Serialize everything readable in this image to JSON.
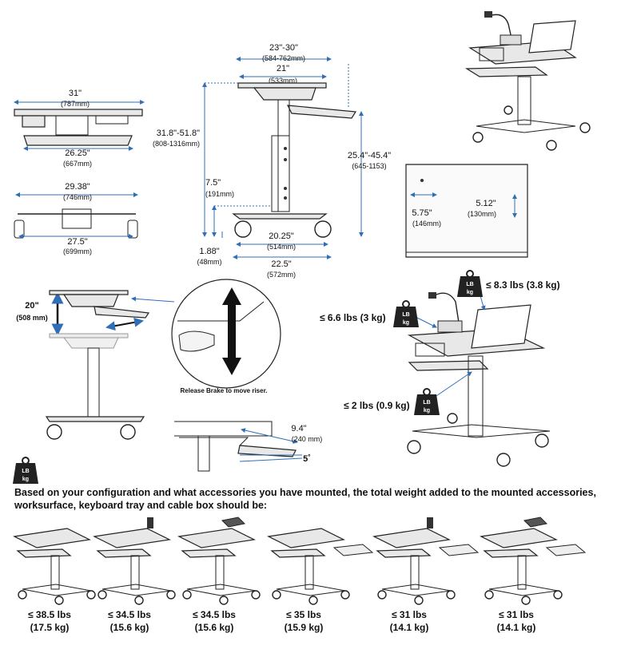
{
  "dimensions": {
    "top_width": {
      "in": "31\"",
      "mm": "(787mm)"
    },
    "base_front_width": {
      "in": "26.25\"",
      "mm": "(667mm)"
    },
    "base_depth": {
      "in": "29.38\"",
      "mm": "(746mm)"
    },
    "base_wheel_span": {
      "in": "27.5\"",
      "mm": "(699mm)"
    },
    "worksurface_width": {
      "in": "23\"-30\"",
      "mm": "(584-762mm)"
    },
    "worksurface_depth": {
      "in": "21\"",
      "mm": "(533mm)"
    },
    "height_range": {
      "in": "31.8\"-51.8\"",
      "mm": "(808-1316mm)"
    },
    "keyboard_height_range": {
      "in": "25.4\"-45.4\"",
      "mm": "(645-1153)"
    },
    "riser_offset": {
      "in": "7.5\"",
      "mm": "(191mm)"
    },
    "base_clearance": {
      "in": "1.88\"",
      "mm": "(48mm)"
    },
    "wheel_base_inner": {
      "in": "20.25\"",
      "mm": "(514mm)"
    },
    "wheel_base_outer": {
      "in": "22.5\"",
      "mm": "(572mm)"
    },
    "hole_h": {
      "in": "5.75\"",
      "mm": "(146mm)"
    },
    "hole_v": {
      "in": "5.12\"",
      "mm": "(130mm)"
    },
    "travel": {
      "in": "20\"",
      "mm": "(508 mm)"
    },
    "tray_extension": {
      "in": "9.4\"",
      "mm": "(240 mm)"
    },
    "tray_tilt": "5˚"
  },
  "brake_caption": "Release Brake to move riser.",
  "weight_icon": {
    "top": "LB",
    "bottom": "kg"
  },
  "capacities": {
    "monitor": "≤ 8.3 lbs (3.8 kg)",
    "worksurface": "≤ 6.6 lbs (3 kg)",
    "keyboard": "≤ 2 lbs (0.9 kg)"
  },
  "note": "Based on your configuration and what accessories you have mounted, the total weight added to the mounted accessories, worksurface, keyboard tray and cable box should be:",
  "configurations": [
    {
      "lbs": "≤ 38.5 lbs",
      "kg": "(17.5 kg)",
      "accessory": "none",
      "side_tray": false
    },
    {
      "lbs": "≤ 34.5 lbs",
      "kg": "(15.6 kg)",
      "accessory": "scanner",
      "side_tray": false
    },
    {
      "lbs": "≤ 34.5 lbs",
      "kg": "(15.6 kg)",
      "accessory": "mount",
      "side_tray": false
    },
    {
      "lbs": "≤ 35 lbs",
      "kg": "(15.9 kg)",
      "accessory": "none",
      "side_tray": true
    },
    {
      "lbs": "≤ 31 lbs",
      "kg": "(14.1 kg)",
      "accessory": "scanner",
      "side_tray": true
    },
    {
      "lbs": "≤ 31 lbs",
      "kg": "(14.1 kg)",
      "accessory": "mount",
      "side_tray": true
    }
  ],
  "colors": {
    "dimension_line": "#2f6fb7",
    "ink": "#222222"
  }
}
